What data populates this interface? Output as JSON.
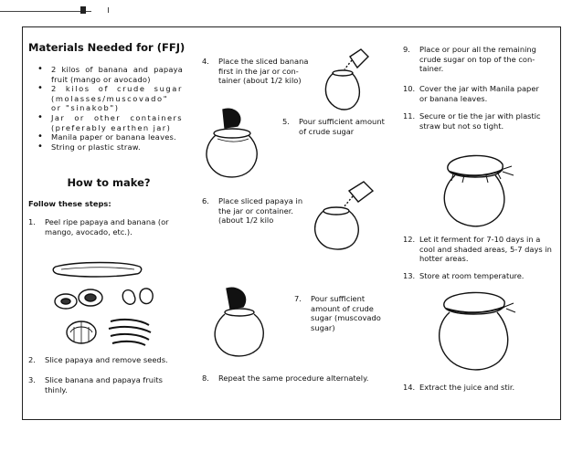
{
  "materials": {
    "title": "Materials Needed for (FFJ)",
    "items": [
      "2 kilos of banana and papaya fruit (mango or avocado)",
      "2 kilos of crude sugar (molasses/muscovado\" or \"sinakob\")",
      "Jar or other containers (preferably earthen jar)",
      "Manila paper or banana leaves.",
      "String or plastic straw."
    ]
  },
  "how": {
    "title": "How to make?",
    "subtitle": "Follow these steps:"
  },
  "steps": {
    "s1": {
      "n": "1.",
      "text": "Peel ripe papaya and banana (or mango, avocado, etc.)."
    },
    "s2": {
      "n": "2.",
      "text": "Slice papaya and remove seeds."
    },
    "s3": {
      "n": "3.",
      "text": "Slice banana and papaya fruits thinly."
    },
    "s4": {
      "n": "4.",
      "text": "Place the sliced banana first in the jar or con-tainer (about 1/2 kilo)"
    },
    "s5": {
      "n": "5.",
      "text": "Pour sufficient amount of crude sugar"
    },
    "s6": {
      "n": "6.",
      "text": "Place sliced papaya in the jar or container. (about 1/2 kilo"
    },
    "s7": {
      "n": "7.",
      "text": "Pour sufficient amount of crude sugar (muscovado sugar)"
    },
    "s8": {
      "n": "8.",
      "text": "Repeat the same procedure alternately."
    },
    "s9": {
      "n": "9.",
      "text": "Place or pour all the remaining crude sugar on top of the con-tainer."
    },
    "s10": {
      "n": "10.",
      "text": "Cover the jar with Manila paper or banana leaves."
    },
    "s11": {
      "n": "11.",
      "text": "Secure or tie the jar with plastic straw but not so tight."
    },
    "s12": {
      "n": "12.",
      "text": "Let it ferment for 7-10 days in a cool and shaded areas, 5-7 days in hotter areas."
    },
    "s13": {
      "n": "13.",
      "text": "Store at room temperature."
    },
    "s14": {
      "n": "14.",
      "text": "Extract the juice and stir."
    }
  }
}
